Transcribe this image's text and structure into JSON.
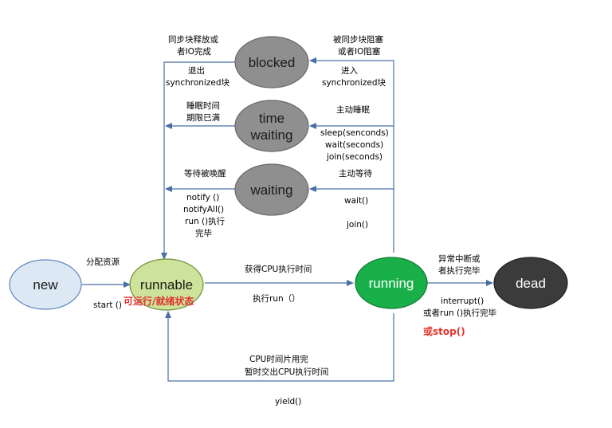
{
  "nodes": {
    "new": {
      "label": "new",
      "fill": "#dde8f5",
      "stroke": "#5b86bf"
    },
    "runnable": {
      "label": "runnable",
      "fill": "#cde29b",
      "stroke": "#6e8f3a"
    },
    "running": {
      "label": "running",
      "fill": "#19b04a",
      "stroke": "#137a35"
    },
    "dead": {
      "label": "dead",
      "fill": "#3b3b3b",
      "stroke": "#222222"
    },
    "blocked": {
      "label": "blocked",
      "fill": "#8f8f8f",
      "stroke": "#6a6a6a"
    },
    "time_waiting": {
      "label_line1": "time",
      "label_line2": "waiting",
      "fill": "#8f8f8f",
      "stroke": "#6a6a6a"
    },
    "waiting": {
      "label": "waiting",
      "fill": "#8f8f8f",
      "stroke": "#6a6a6a"
    }
  },
  "annotations": {
    "alloc_resources": "分配资源",
    "start": "start ()",
    "runnable_state": "可运行/就绪状态",
    "get_cpu_time": "获得CPU执行时间",
    "execute_run": "执行run（）",
    "abnormal_line1": "异常中断或",
    "abnormal_line2": "者执行完毕",
    "interrupt": "interrupt()",
    "run_finished": "或者run ()执行完毕",
    "or_stop": "或stop()",
    "cpu_slice_line1": "CPU时间片用完",
    "cpu_slice_line2": "暂时交出CPU执行时间",
    "yield": "yield()",
    "blocked_release_line1": "同步块释放或",
    "blocked_release_line2": "者IO完成",
    "exit_sync_line1": "退出",
    "exit_sync_line2": "synchronized块",
    "blocked_enter_line1": "被同步块阻塞",
    "blocked_enter_line2": "或者IO阻塞",
    "enter_sync_line1": "进入",
    "enter_sync_line2": "synchronized块",
    "sleep_timeout_line1": "睡眠时间",
    "sleep_timeout_line2": "期限已满",
    "active_sleep": "主动睡眠",
    "sleep_seconds": "sleep(senconds)",
    "wait_seconds": "wait(seconds)",
    "join_seconds": "join(seconds)",
    "wait_notified": "等待被唤醒",
    "notify": "notify ()",
    "notify_all": "notifyAll()",
    "run_done_line1": "run ()执行",
    "run_done_line2": "完毕",
    "active_wait": "主动等待",
    "wait": "wait()",
    "join": "join()"
  },
  "colors": {
    "arrow": "#4a6fa5",
    "highlight": "#e0322d"
  }
}
